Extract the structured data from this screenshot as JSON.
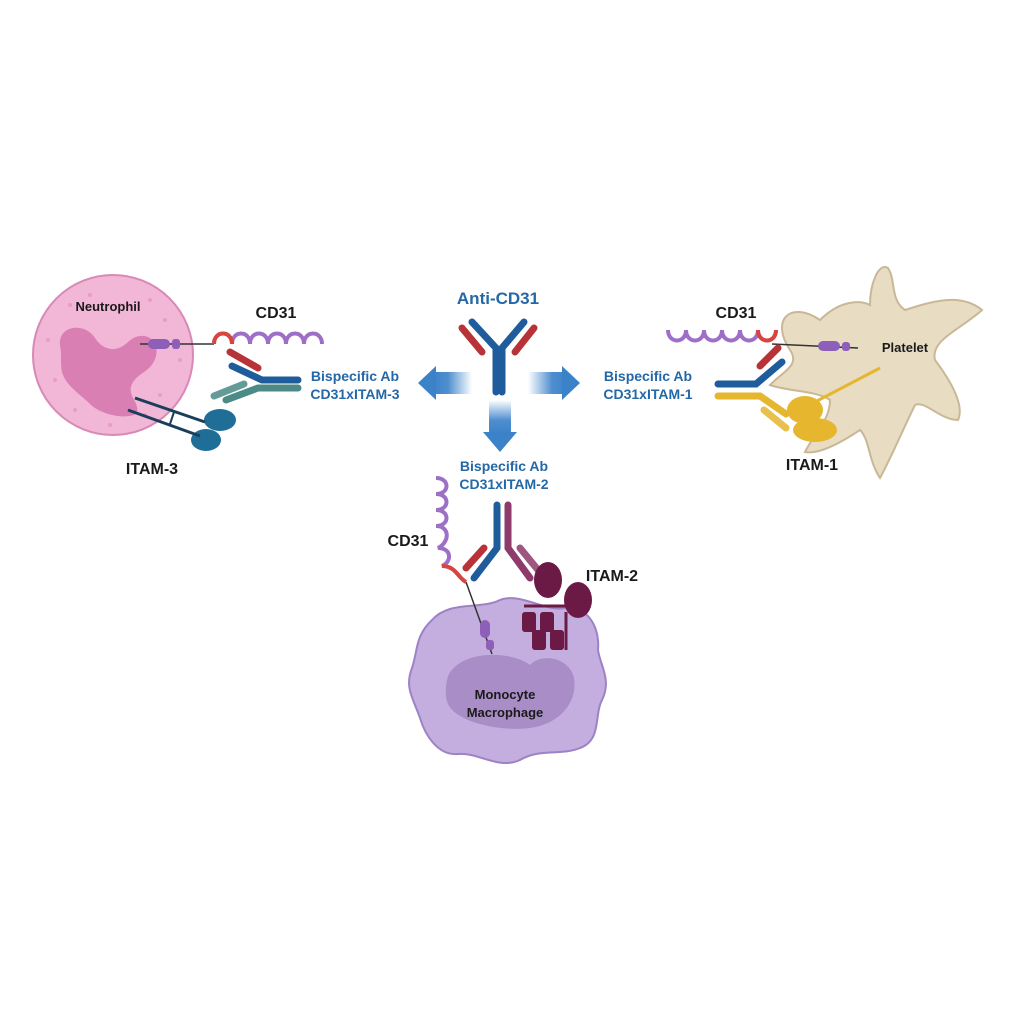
{
  "center": {
    "title": "Anti-CD31",
    "colors": {
      "heavy": "#1f5c9c",
      "light": "#b83338",
      "arrow": "#3b82c9"
    }
  },
  "left": {
    "bispecific_line1": "Bispecific Ab",
    "bispecific_line2": "CD31xITAM-3",
    "cell_label": "Neutrophil",
    "cd31_label": "CD31",
    "itam_label": "ITAM-3",
    "colors": {
      "cell": "#f2b6d6",
      "nucleus": "#d97fb3",
      "itam": "#1f6e98",
      "arm": "#4b8a86"
    }
  },
  "right": {
    "bispecific_line1": "Bispecific Ab",
    "bispecific_line2": "CD31xITAM-1",
    "cell_label": "Platelet",
    "cd31_label": "CD31",
    "itam_label": "ITAM-1",
    "colors": {
      "cell": "#e8dcc3",
      "itam": "#e5b62e"
    }
  },
  "bottom": {
    "bispecific_line1": "Bispecific Ab",
    "bispecific_line2": "CD31xITAM-2",
    "cell_label_line1": "Monocyte",
    "cell_label_line2": "Macrophage",
    "cd31_label": "CD31",
    "itam_label": "ITAM-2",
    "colors": {
      "cell": "#c4aee0",
      "nucleus": "#a88dc7",
      "itam": "#6b1a45"
    }
  },
  "cd31_color": "#9d6fc7"
}
